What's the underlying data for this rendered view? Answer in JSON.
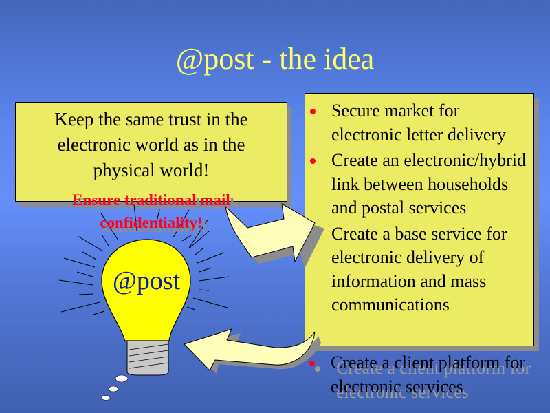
{
  "title": "@post - the idea",
  "left_box": {
    "text": "Keep the same trust in the electronic world as in the physical world!"
  },
  "callout": {
    "line1": "Ensure traditional mail",
    "line2": "confidentiality!"
  },
  "bulb_label": "@post",
  "bullets": [
    "Secure market for electronic letter delivery",
    "Create an electronic/hybrid link between households and postal services",
    "Create a base service for electronic delivery of information and mass communications"
  ],
  "outside_bullet": "Create a client platform for electronic services",
  "colors": {
    "title": "#ffff66",
    "box": "#ebeb64",
    "callout": "#ff0020",
    "bulb": "#ffff00",
    "arrow": "#ffffbb"
  }
}
